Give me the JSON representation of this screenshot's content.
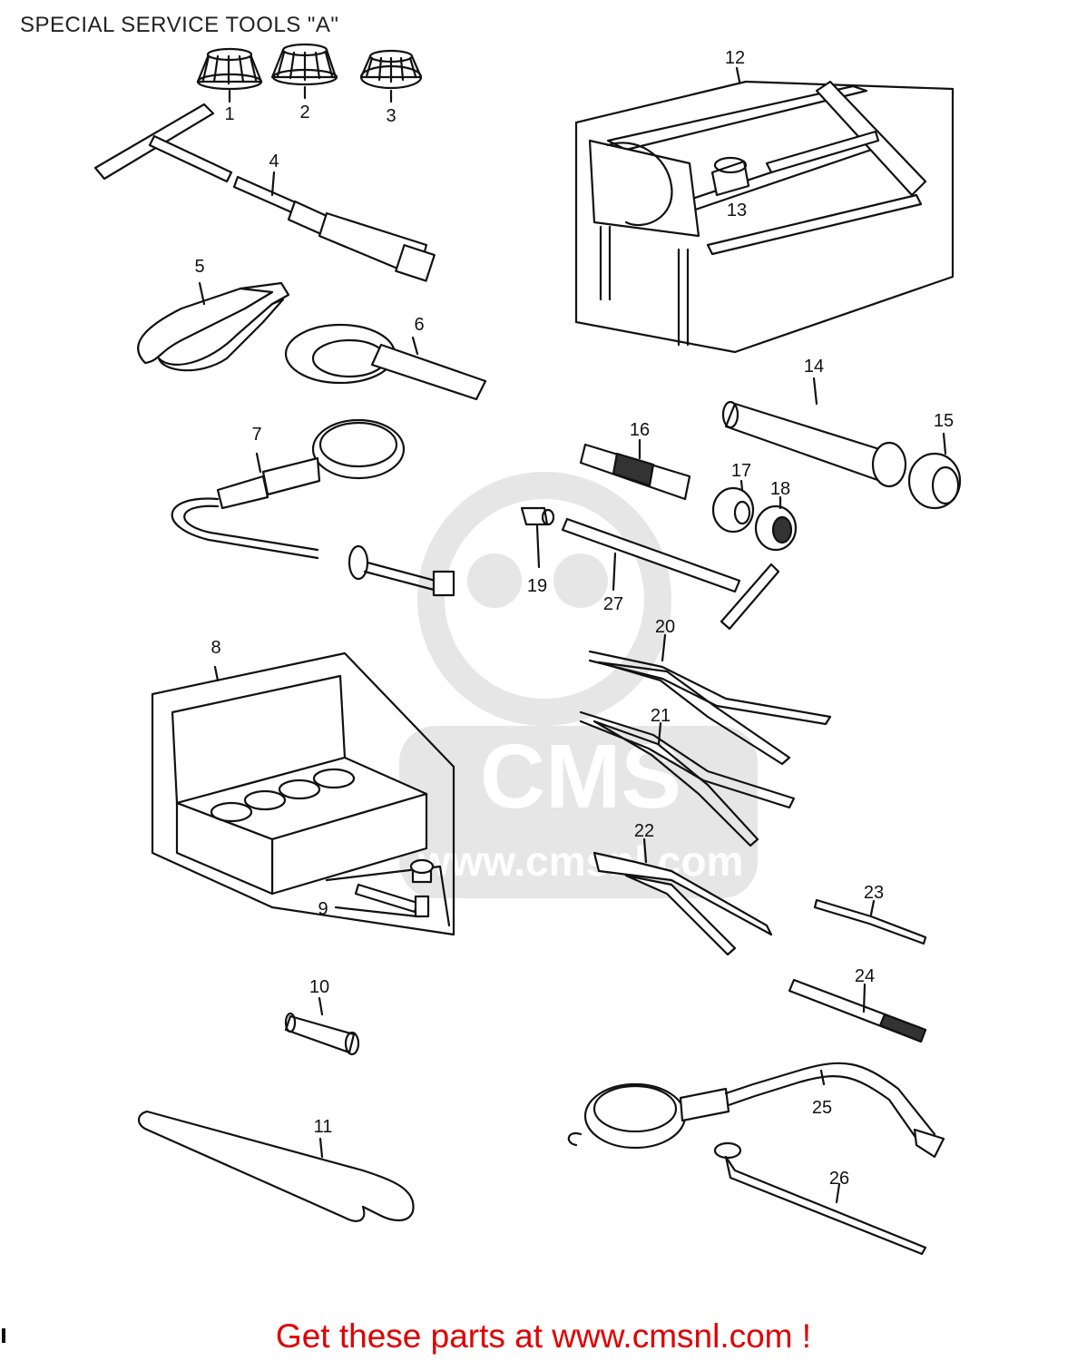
{
  "title": "SPECIAL SERVICE TOOLS \"A\"",
  "footer": "Get these parts at www.cmsnl.com !",
  "watermark": {
    "logo": "CMS",
    "url": "www.cmsnl.com"
  },
  "labels": [
    "1",
    "2",
    "3",
    "4",
    "5",
    "6",
    "7",
    "8",
    "9",
    "10",
    "11",
    "12",
    "13",
    "14",
    "15",
    "16",
    "17",
    "18",
    "19",
    "20",
    "21",
    "22",
    "23",
    "24",
    "25",
    "26",
    "27"
  ],
  "colors": {
    "ink": "#111111",
    "footer": "#e00000",
    "watermark": "#e3e3e3"
  }
}
